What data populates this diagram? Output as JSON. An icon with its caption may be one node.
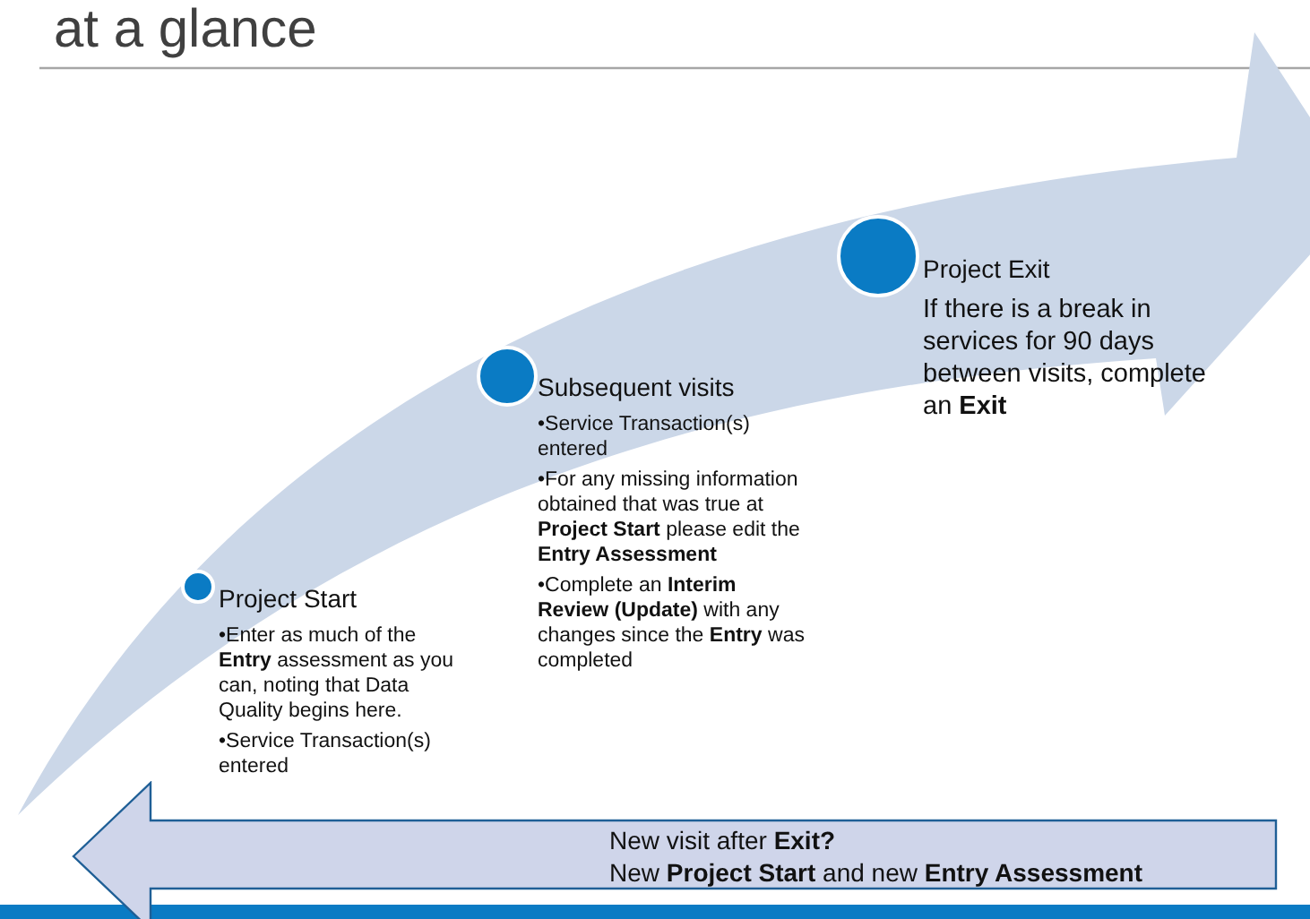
{
  "diagram": {
    "title": "at a glance",
    "nodes": [
      {
        "text": [
          "Project Start",
          "•Enter as much of the **Entry** assessment as you can, noting that Data Quality begins here.",
          "•Service Transaction(s) entered"
        ]
      },
      {
        "text": [
          "Subsequent visits",
          "•Service Transaction(s) entered",
          "•For any missing information obtained that was true at **Project Start** please edit the **Entry Assessment**",
          "•Complete an **Interim Review (Update)** with any changes since the **Entry** was completed"
        ]
      },
      {
        "text": [
          "Project Exit",
          "If there is a break in services for 90 days between visits, complete an **Exit**"
        ]
      },
      {
        "text": [
          "New visit after **Exit?**",
          "New **Project Start** and new **Entry Assessment**"
        ]
      }
    ]
  }
}
